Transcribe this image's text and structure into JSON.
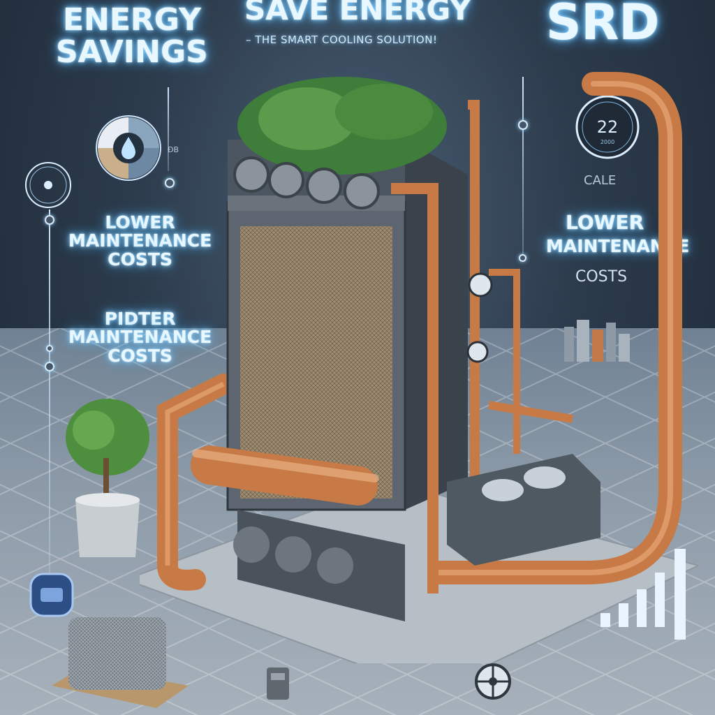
{
  "headings": {
    "energy_savings": "ENERGY\nSAVINGS",
    "save_energy": "SAVE ENERGY",
    "smart_cooling": "– THE SMART COOLING SOLUTION!",
    "srd": "SRD"
  },
  "left_panel": {
    "lower_maintenance": "LOWER\nMAINTENANCE\nCOSTS",
    "pidter_maintenance": "PIDTER\nMAINTENANCE\nCOSTS",
    "small_label": "ĐB"
  },
  "right_panel": {
    "dial_text": "22",
    "dial_subtext": "2000",
    "cale": "CALE",
    "lower": "LOWER",
    "maintenance": "MAINTENANCE",
    "costs": "COSTS"
  },
  "colors": {
    "glow": "#8fd4ff",
    "copper": "#c77a45",
    "frame": "#5d6670",
    "bars": "#e9f4ff"
  },
  "icons": [
    "gauge-icon",
    "water-drop-icon",
    "fan-icon",
    "badge-icon",
    "bar-chart-icon",
    "tree-icon",
    "filter-icon",
    "wheel-icon"
  ]
}
